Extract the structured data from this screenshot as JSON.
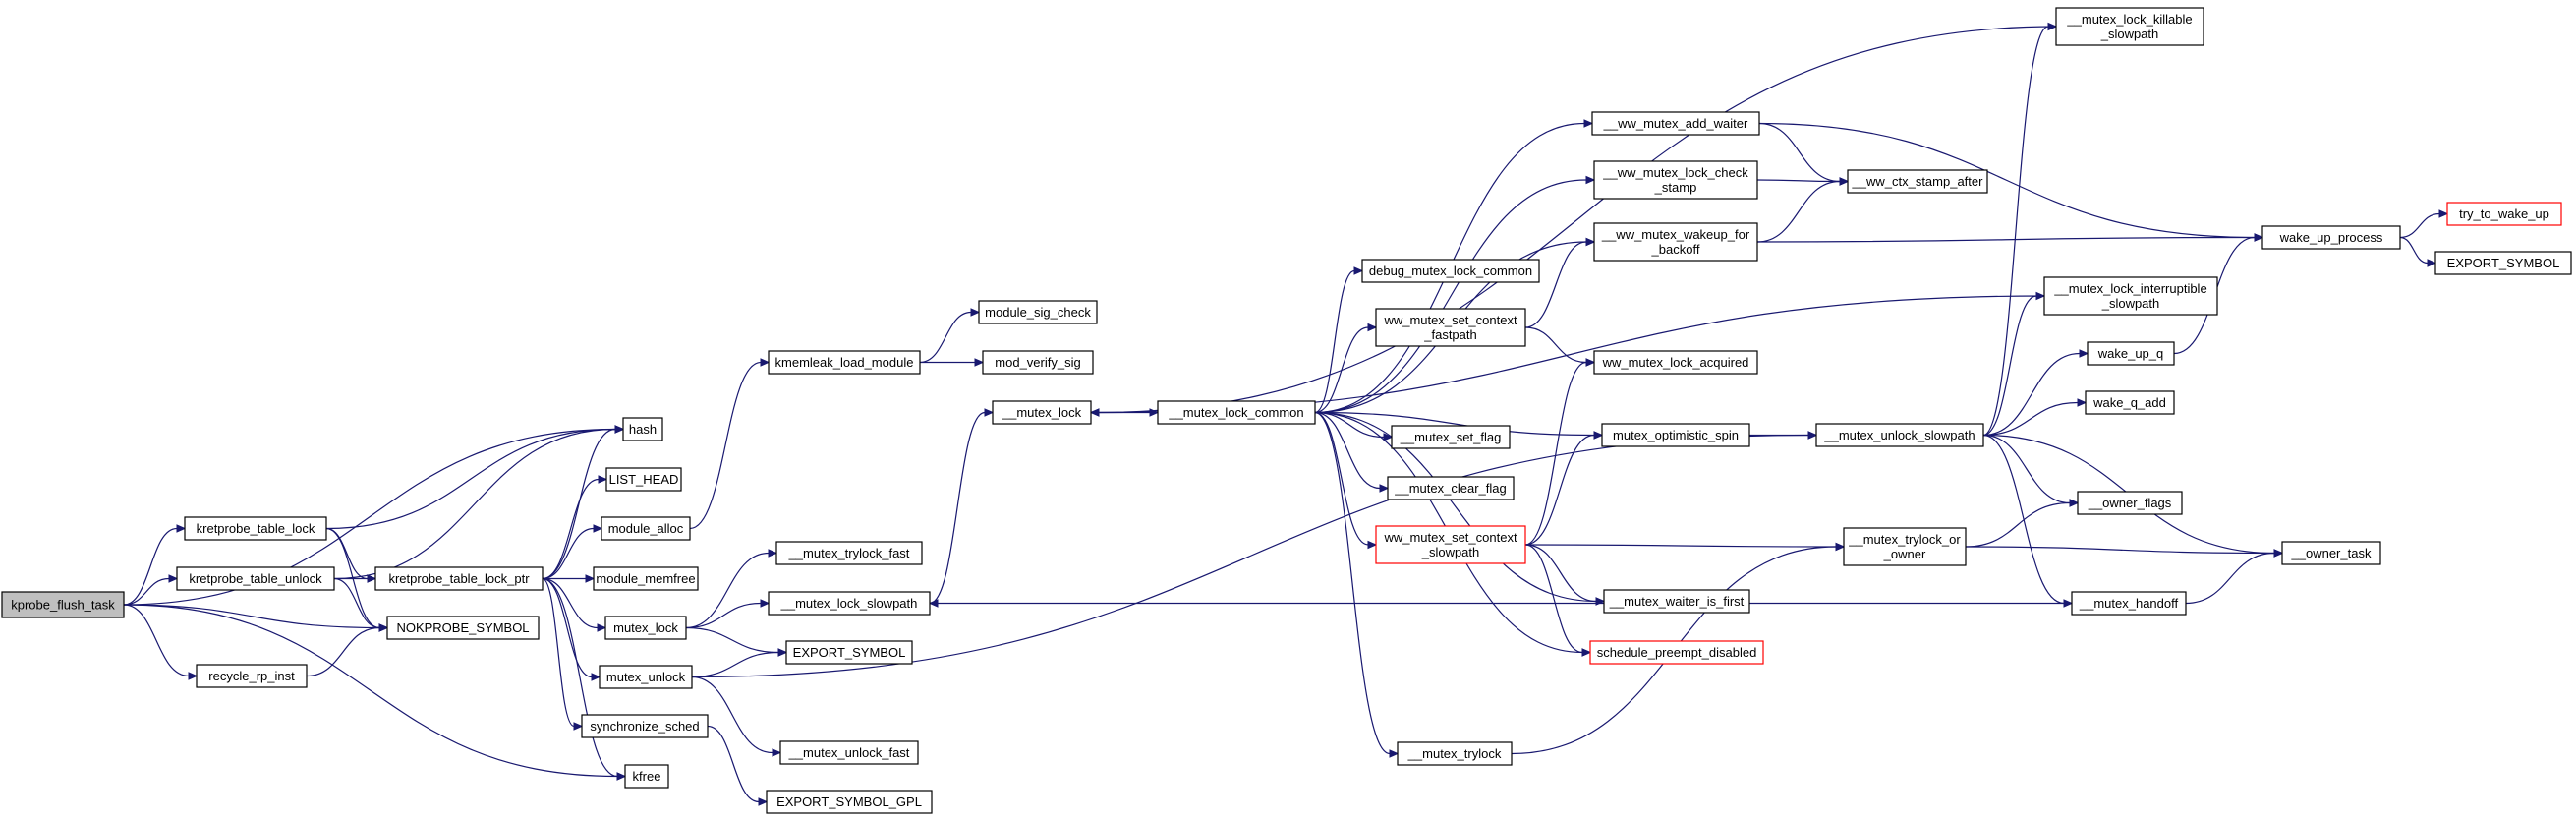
{
  "colors": {
    "edge": "#191970",
    "root_fill": "#bfbfbf",
    "truncated_border": "#ff0000",
    "node_border": "#000000",
    "background": "#ffffff"
  },
  "nodes": [
    {
      "id": "kprobe_flush_task",
      "lines": [
        "kprobe_flush_task"
      ],
      "root": true
    },
    {
      "id": "kretprobe_table_lock",
      "lines": [
        "kretprobe_table_lock"
      ]
    },
    {
      "id": "kretprobe_table_unlock",
      "lines": [
        "kretprobe_table_unlock"
      ]
    },
    {
      "id": "recycle_rp_inst",
      "lines": [
        "recycle_rp_inst"
      ]
    },
    {
      "id": "hash",
      "lines": [
        "hash"
      ]
    },
    {
      "id": "LIST_HEAD",
      "lines": [
        "LIST_HEAD"
      ]
    },
    {
      "id": "module_alloc",
      "lines": [
        "module_alloc"
      ]
    },
    {
      "id": "kretprobe_table_lock_ptr",
      "lines": [
        "kretprobe_table_lock_ptr"
      ]
    },
    {
      "id": "module_memfree",
      "lines": [
        "module_memfree"
      ]
    },
    {
      "id": "NOKPROBE_SYMBOL",
      "lines": [
        "NOKPROBE_SYMBOL"
      ]
    },
    {
      "id": "mutex_lock",
      "lines": [
        "mutex_lock"
      ]
    },
    {
      "id": "mutex_unlock",
      "lines": [
        "mutex_unlock"
      ]
    },
    {
      "id": "synchronize_sched",
      "lines": [
        "synchronize_sched"
      ]
    },
    {
      "id": "kfree",
      "lines": [
        "kfree"
      ]
    },
    {
      "id": "kmemleak_load_module",
      "lines": [
        "kmemleak_load_module"
      ]
    },
    {
      "id": "module_sig_check",
      "lines": [
        "module_sig_check"
      ]
    },
    {
      "id": "mod_verify_sig",
      "lines": [
        "mod_verify_sig"
      ]
    },
    {
      "id": "__mutex_trylock_fast",
      "lines": [
        "__mutex_trylock_fast"
      ]
    },
    {
      "id": "__mutex_lock_slowpath",
      "lines": [
        "__mutex_lock_slowpath"
      ]
    },
    {
      "id": "EXPORT_SYMBOL_a",
      "lines": [
        "EXPORT_SYMBOL"
      ]
    },
    {
      "id": "__mutex_unlock_fast",
      "lines": [
        "__mutex_unlock_fast"
      ]
    },
    {
      "id": "EXPORT_SYMBOL_GPL",
      "lines": [
        "EXPORT_SYMBOL_GPL"
      ]
    },
    {
      "id": "__mutex_lock",
      "lines": [
        "__mutex_lock"
      ]
    },
    {
      "id": "__mutex_lock_common",
      "lines": [
        "__mutex_lock_common"
      ]
    },
    {
      "id": "__ww_mutex_add_waiter",
      "lines": [
        "__ww_mutex_add_waiter"
      ]
    },
    {
      "id": "__ww_mutex_lock_check_stamp",
      "lines": [
        "__ww_mutex_lock_check",
        "_stamp"
      ]
    },
    {
      "id": "__ww_mutex_wakeup_for_backoff",
      "lines": [
        "__ww_mutex_wakeup_for",
        "_backoff"
      ]
    },
    {
      "id": "debug_mutex_lock_common",
      "lines": [
        "debug_mutex_lock_common"
      ]
    },
    {
      "id": "ww_mutex_set_context_fastpath",
      "lines": [
        "ww_mutex_set_context",
        "_fastpath"
      ]
    },
    {
      "id": "ww_mutex_lock_acquired",
      "lines": [
        "ww_mutex_lock_acquired"
      ]
    },
    {
      "id": "mutex_optimistic_spin",
      "lines": [
        "mutex_optimistic_spin"
      ]
    },
    {
      "id": "__mutex_set_flag",
      "lines": [
        "__mutex_set_flag"
      ]
    },
    {
      "id": "__mutex_clear_flag",
      "lines": [
        "__mutex_clear_flag"
      ]
    },
    {
      "id": "ww_mutex_set_context_slowpath",
      "lines": [
        "ww_mutex_set_context",
        "_slowpath"
      ],
      "truncated": true
    },
    {
      "id": "__mutex_waiter_is_first",
      "lines": [
        "__mutex_waiter_is_first"
      ]
    },
    {
      "id": "schedule_preempt_disabled",
      "lines": [
        "schedule_preempt_disabled"
      ],
      "truncated": true
    },
    {
      "id": "__mutex_trylock",
      "lines": [
        "__mutex_trylock"
      ]
    },
    {
      "id": "__ww_ctx_stamp_after",
      "lines": [
        "__ww_ctx_stamp_after"
      ]
    },
    {
      "id": "__mutex_unlock_slowpath",
      "lines": [
        "__mutex_unlock_slowpath"
      ]
    },
    {
      "id": "__mutex_trylock_or_owner",
      "lines": [
        "__mutex_trylock_or",
        "_owner"
      ]
    },
    {
      "id": "__mutex_lock_killable_slowpath",
      "lines": [
        "__mutex_lock_killable",
        "_slowpath"
      ]
    },
    {
      "id": "__mutex_lock_interruptible_slowpath",
      "lines": [
        "__mutex_lock_interruptible",
        "_slowpath"
      ]
    },
    {
      "id": "wake_up_q",
      "lines": [
        "wake_up_q"
      ]
    },
    {
      "id": "wake_q_add",
      "lines": [
        "wake_q_add"
      ]
    },
    {
      "id": "__owner_flags",
      "lines": [
        "__owner_flags"
      ]
    },
    {
      "id": "__mutex_handoff",
      "lines": [
        "__mutex_handoff"
      ]
    },
    {
      "id": "__owner_task",
      "lines": [
        "__owner_task"
      ]
    },
    {
      "id": "wake_up_process",
      "lines": [
        "wake_up_process"
      ]
    },
    {
      "id": "try_to_wake_up",
      "lines": [
        "try_to_wake_up"
      ],
      "truncated": true
    },
    {
      "id": "EXPORT_SYMBOL_b",
      "lines": [
        "EXPORT_SYMBOL"
      ]
    }
  ],
  "edges": [
    [
      "kprobe_flush_task",
      "kretprobe_table_lock"
    ],
    [
      "kprobe_flush_task",
      "kretprobe_table_unlock"
    ],
    [
      "kprobe_flush_task",
      "recycle_rp_inst"
    ],
    [
      "kprobe_flush_task",
      "hash"
    ],
    [
      "kprobe_flush_task",
      "NOKPROBE_SYMBOL"
    ],
    [
      "kprobe_flush_task",
      "kfree"
    ],
    [
      "kretprobe_table_lock",
      "hash"
    ],
    [
      "kretprobe_table_lock",
      "kretprobe_table_lock_ptr"
    ],
    [
      "kretprobe_table_lock",
      "NOKPROBE_SYMBOL"
    ],
    [
      "kretprobe_table_unlock",
      "hash"
    ],
    [
      "kretprobe_table_unlock",
      "kretprobe_table_lock_ptr"
    ],
    [
      "kretprobe_table_unlock",
      "NOKPROBE_SYMBOL"
    ],
    [
      "recycle_rp_inst",
      "NOKPROBE_SYMBOL"
    ],
    [
      "kretprobe_table_lock_ptr",
      "hash"
    ],
    [
      "kretprobe_table_lock_ptr",
      "LIST_HEAD"
    ],
    [
      "kretprobe_table_lock_ptr",
      "module_alloc"
    ],
    [
      "kretprobe_table_lock_ptr",
      "module_memfree"
    ],
    [
      "kretprobe_table_lock_ptr",
      "mutex_lock"
    ],
    [
      "kretprobe_table_lock_ptr",
      "mutex_unlock"
    ],
    [
      "kretprobe_table_lock_ptr",
      "synchronize_sched"
    ],
    [
      "kretprobe_table_lock_ptr",
      "kfree"
    ],
    [
      "module_alloc",
      "kmemleak_load_module"
    ],
    [
      "kmemleak_load_module",
      "module_sig_check"
    ],
    [
      "kmemleak_load_module",
      "mod_verify_sig"
    ],
    [
      "mutex_lock",
      "__mutex_trylock_fast"
    ],
    [
      "mutex_lock",
      "__mutex_lock_slowpath"
    ],
    [
      "mutex_lock",
      "EXPORT_SYMBOL_a"
    ],
    [
      "mutex_unlock",
      "EXPORT_SYMBOL_a"
    ],
    [
      "mutex_unlock",
      "__mutex_unlock_fast"
    ],
    [
      "mutex_unlock",
      "__mutex_unlock_slowpath"
    ],
    [
      "synchronize_sched",
      "EXPORT_SYMBOL_GPL"
    ],
    [
      "__mutex_lock_slowpath",
      "__mutex_lock"
    ],
    [
      "__mutex_lock",
      "__mutex_lock_common"
    ],
    [
      "__mutex_lock_common",
      "__ww_mutex_add_waiter"
    ],
    [
      "__mutex_lock_common",
      "__ww_mutex_lock_check_stamp"
    ],
    [
      "__mutex_lock_common",
      "__ww_mutex_wakeup_for_backoff"
    ],
    [
      "__mutex_lock_common",
      "debug_mutex_lock_common"
    ],
    [
      "__mutex_lock_common",
      "ww_mutex_set_context_fastpath"
    ],
    [
      "__mutex_lock_common",
      "mutex_optimistic_spin"
    ],
    [
      "__mutex_lock_common",
      "__mutex_set_flag"
    ],
    [
      "__mutex_lock_common",
      "__mutex_clear_flag"
    ],
    [
      "__mutex_lock_common",
      "ww_mutex_set_context_slowpath"
    ],
    [
      "__mutex_lock_common",
      "__mutex_waiter_is_first"
    ],
    [
      "__mutex_lock_common",
      "schedule_preempt_disabled"
    ],
    [
      "__mutex_lock_common",
      "__mutex_trylock"
    ],
    [
      "__ww_mutex_add_waiter",
      "__ww_ctx_stamp_after"
    ],
    [
      "__ww_mutex_add_waiter",
      "wake_up_process"
    ],
    [
      "__ww_mutex_lock_check_stamp",
      "__ww_ctx_stamp_after"
    ],
    [
      "__ww_mutex_wakeup_for_backoff",
      "__ww_ctx_stamp_after"
    ],
    [
      "__ww_mutex_wakeup_for_backoff",
      "wake_up_process"
    ],
    [
      "ww_mutex_set_context_fastpath",
      "__ww_mutex_wakeup_for_backoff"
    ],
    [
      "ww_mutex_set_context_fastpath",
      "ww_mutex_lock_acquired"
    ],
    [
      "ww_mutex_set_context_slowpath",
      "ww_mutex_lock_acquired"
    ],
    [
      "ww_mutex_set_context_slowpath",
      "mutex_optimistic_spin"
    ],
    [
      "ww_mutex_set_context_slowpath",
      "__mutex_trylock_or_owner"
    ],
    [
      "ww_mutex_set_context_slowpath",
      "__mutex_waiter_is_first"
    ],
    [
      "ww_mutex_set_context_slowpath",
      "schedule_preempt_disabled"
    ],
    [
      "mutex_optimistic_spin",
      "__mutex_unlock_slowpath"
    ],
    [
      "__mutex_trylock",
      "__mutex_trylock_or_owner"
    ],
    [
      "__mutex_unlock_slowpath",
      "__mutex_lock_killable_slowpath"
    ],
    [
      "__mutex_unlock_slowpath",
      "__mutex_lock_interruptible_slowpath"
    ],
    [
      "__mutex_unlock_slowpath",
      "wake_up_q"
    ],
    [
      "__mutex_unlock_slowpath",
      "wake_q_add"
    ],
    [
      "__mutex_unlock_slowpath",
      "__owner_flags"
    ],
    [
      "__mutex_unlock_slowpath",
      "__mutex_handoff"
    ],
    [
      "__mutex_unlock_slowpath",
      "__owner_task"
    ],
    [
      "__mutex_trylock_or_owner",
      "__owner_flags"
    ],
    [
      "__mutex_trylock_or_owner",
      "__owner_task"
    ],
    [
      "__mutex_handoff",
      "__owner_task"
    ],
    [
      "__mutex_handoff",
      "__mutex_lock_slowpath"
    ],
    [
      "__mutex_lock_killable_slowpath",
      "__mutex_lock"
    ],
    [
      "__mutex_lock_interruptible_slowpath",
      "__mutex_lock"
    ],
    [
      "wake_up_q",
      "wake_up_process"
    ],
    [
      "wake_up_process",
      "try_to_wake_up"
    ],
    [
      "wake_up_process",
      "EXPORT_SYMBOL_b"
    ]
  ]
}
